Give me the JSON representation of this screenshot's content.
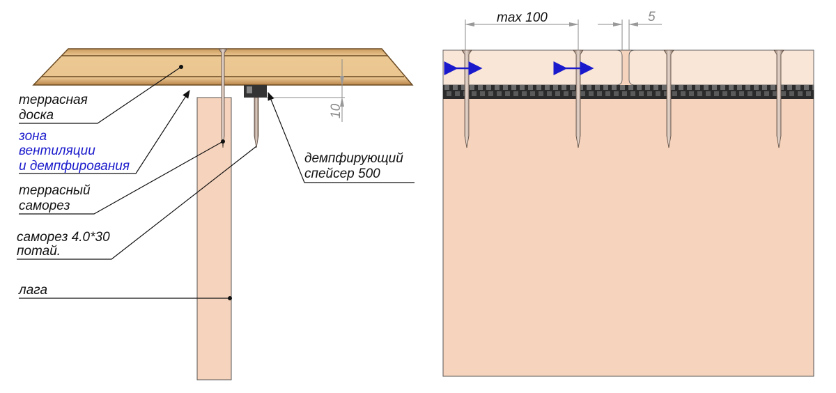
{
  "left_view": {
    "labels": {
      "deck_board": [
        "террасная",
        "доска"
      ],
      "ventilation_zone": [
        "зона",
        "вентиляции",
        "и демпфирования"
      ],
      "deck_screw": [
        "террасный",
        "саморез"
      ],
      "screw_spec": [
        "саморез 4.0*30",
        "потай."
      ],
      "joist": "лага",
      "spacer": [
        "демпфирующий",
        "спейсер 500"
      ]
    },
    "dimension_gap": "10"
  },
  "right_view": {
    "dimension_spacing": "max 100",
    "dimension_gap": "5"
  },
  "colors": {
    "board": "#e8c48c",
    "joist": "#f6d3bd",
    "spacer": "#2b2b2b",
    "zone_text": "#1a1acc",
    "arrows": "#1a1acc"
  }
}
